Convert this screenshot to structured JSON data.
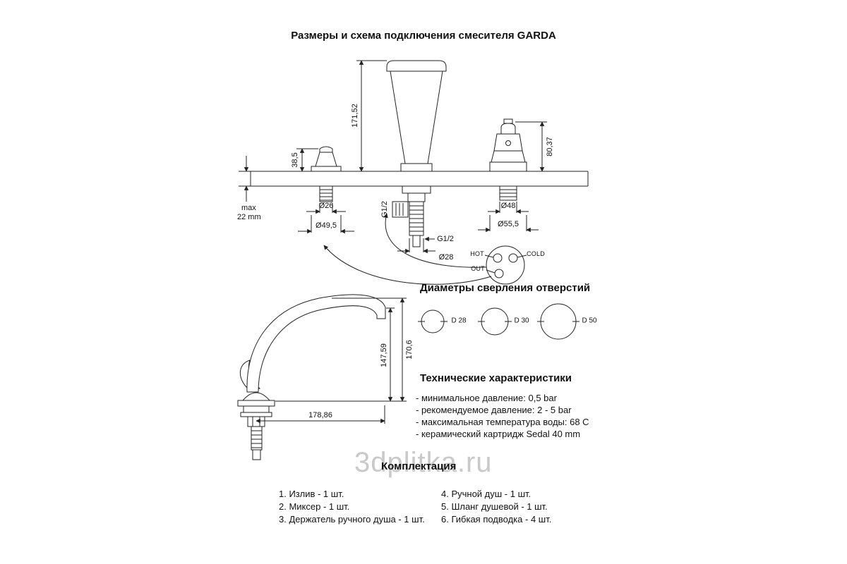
{
  "title": "Размеры и схема подключения смесителя GARDA",
  "watermark": "3dplitka.ru",
  "drawing": {
    "dim_center_height": "171,52",
    "dim_left_height": "38,5",
    "dim_right_height": "80,37",
    "max_label": "max",
    "max_value": "22 mm",
    "left_diameter_small": "Ø26",
    "left_diameter_large": "Ø49,5",
    "thread_side": "G1/2",
    "thread_bottom": "G1/2",
    "center_diameter": "Ø28",
    "right_diameter_small": "Ø48",
    "right_diameter_large": "Ø55,5",
    "hot_label": "HOT",
    "cold_label": "COLD",
    "out_label": "OUT"
  },
  "spout": {
    "dim_height_outlet": "147,59",
    "dim_height_total": "170,6",
    "dim_length": "178,86"
  },
  "holes": {
    "heading": "Диаметры сверления отверстий",
    "labels": [
      "D 28",
      "D 30",
      "D 50"
    ]
  },
  "specs": {
    "heading": "Технические характеристики",
    "items": [
      "- минимальное давление: 0,5 bar",
      "- рекомендуемое давление: 2 - 5 bar",
      "- максимальная температура воды: 68 C",
      "- керамический картридж Sedal 40 mm"
    ]
  },
  "package": {
    "heading": "Комплектация",
    "column1": [
      "1. Излив - 1 шт.",
      "2. Миксер - 1 шт.",
      "3. Держатель ручного душа - 1 шт."
    ],
    "column2": [
      "4. Ручной душ - 1 шт.",
      "5. Шланг душевой - 1 шт.",
      "6. Гибкая подводка - 4 шт."
    ]
  }
}
